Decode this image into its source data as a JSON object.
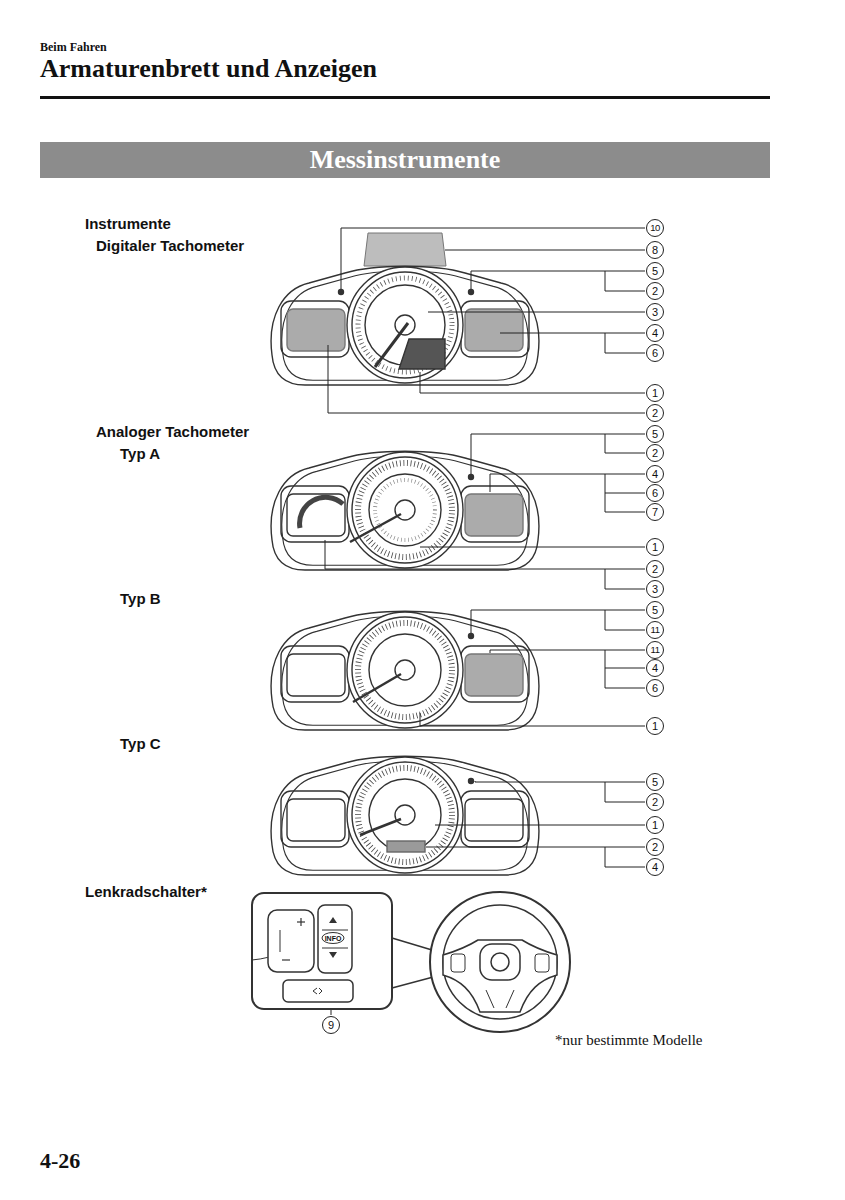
{
  "diagram": {
    "title": "Armaturenbrett und Anzeigen",
    "nodes": [
      {
        "text": [
          "Messinstrumente"
        ]
      }
    ],
    "labels": [
      "Beim Fahren",
      "Instrumente",
      "Digitaler Tachometer",
      "10",
      "8",
      "5",
      "2",
      "3",
      "4",
      "6",
      "1",
      "2",
      "Analoger Tachometer",
      "Typ A",
      "5",
      "2",
      "4",
      "6",
      "7",
      "1",
      "2",
      "3",
      "Typ B",
      "5",
      "11",
      "11",
      "4",
      "6",
      "1",
      "Typ C",
      "5",
      "2",
      "1",
      "2",
      "4",
      "Lenkradschalter*",
      "INFO",
      "9",
      "*nur bestimmte Modelle",
      "4-26"
    ]
  }
}
